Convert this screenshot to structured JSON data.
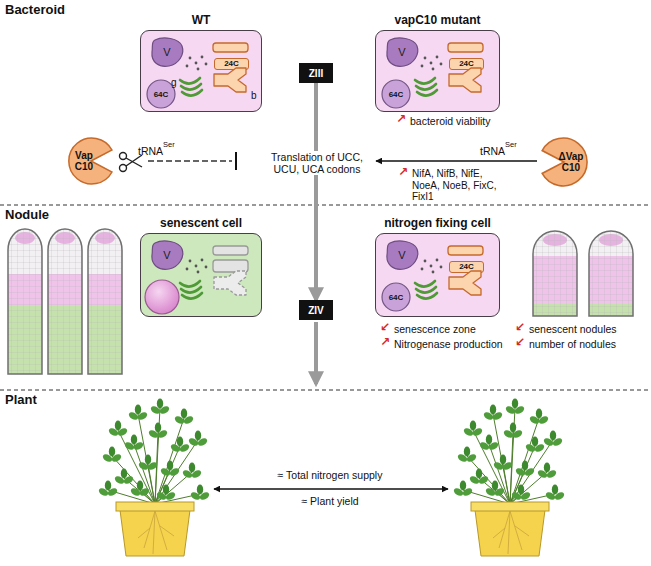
{
  "diagram": {
    "nodes": [
      {
        "text": [
          "WT"
        ]
      },
      {
        "text": [
          "V"
        ],
        "in": 0
      },
      {
        "text": [
          "24C"
        ],
        "in": 0
      },
      {
        "text": [
          "64C"
        ],
        "in": 0
      },
      {
        "text": [
          "vapC10 mutant"
        ]
      },
      {
        "text": [
          "V"
        ],
        "in": 4
      },
      {
        "text": [
          "24C"
        ],
        "in": 4
      },
      {
        "text": [
          "64C"
        ],
        "in": 4
      },
      {
        "text": [
          "ZIII"
        ]
      },
      {
        "text": [
          "Vap C10"
        ]
      },
      {
        "text": [
          "ΔVap C10"
        ]
      },
      {
        "text": [
          "senescent cell"
        ]
      },
      {
        "text": [
          "V"
        ],
        "in": 11
      },
      {
        "text": [
          "nitrogen fixing cell"
        ]
      },
      {
        "text": [
          "V"
        ],
        "in": 13
      },
      {
        "text": [
          "24C"
        ],
        "in": 13
      },
      {
        "text": [
          "64C"
        ],
        "in": 13
      },
      {
        "text": [
          "ZIV"
        ]
      }
    ],
    "edges": [
      {
        "from": 8,
        "to": 17,
        "arrow": "to"
      }
    ],
    "labels": [
      "Bacteroid",
      "b",
      "g",
      "↗",
      "bacteroid viability",
      "tRNA",
      "Ser",
      "Translation of UCC, UCU, UCA codons",
      "tRNA",
      "Ser",
      "↗",
      "NifA, NifB, NifE, NoeA, NoeB, FixC, FixI1",
      "Nodule",
      "↙",
      "senescence zone",
      "↗",
      "Nitrogenase production",
      "↙",
      "senescent nodules",
      "↙",
      "number of nodules",
      "Plant",
      "≈ Total nitrogen supply",
      "≈ Plant yield"
    ]
  }
}
